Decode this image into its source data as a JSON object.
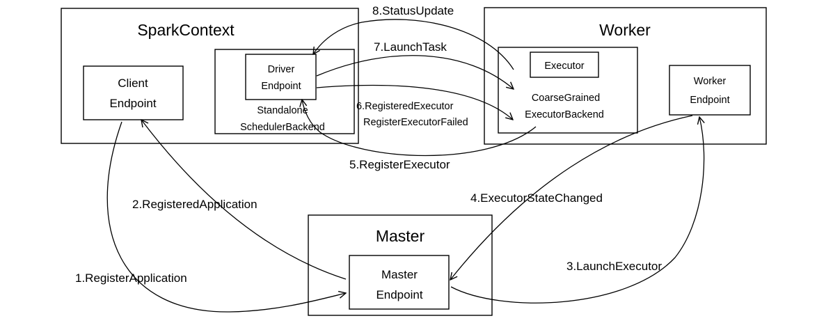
{
  "components": {
    "spark_context": {
      "title": "SparkContext"
    },
    "client_endpoint": {
      "line1": "Client",
      "line2": "Endpoint"
    },
    "scheduler_backend": {
      "line1": "Standalone",
      "line2": "SchedulerBackend"
    },
    "driver_endpoint": {
      "line1": "Driver",
      "line2": "Endpoint"
    },
    "worker": {
      "title": "Worker"
    },
    "executor": {
      "label": "Executor"
    },
    "executor_backend": {
      "line1": "CoarseGrained",
      "line2": "ExecutorBackend"
    },
    "worker_endpoint": {
      "line1": "Worker",
      "line2": "Endpoint"
    },
    "master": {
      "title": "Master"
    },
    "master_endpoint": {
      "line1": "Master",
      "line2": "Endpoint"
    }
  },
  "messages": {
    "m1": "1.RegisterApplication",
    "m2": "2.RegisteredApplication",
    "m3": "3.LaunchExecutor",
    "m4": "4.ExecutorStateChanged",
    "m5": "5.RegisterExecutor",
    "m6a": "6.RegisteredExecutor",
    "m6b": "RegisterExecutorFailed",
    "m7": "7.LaunchTask",
    "m8": "8.StatusUpdate"
  }
}
